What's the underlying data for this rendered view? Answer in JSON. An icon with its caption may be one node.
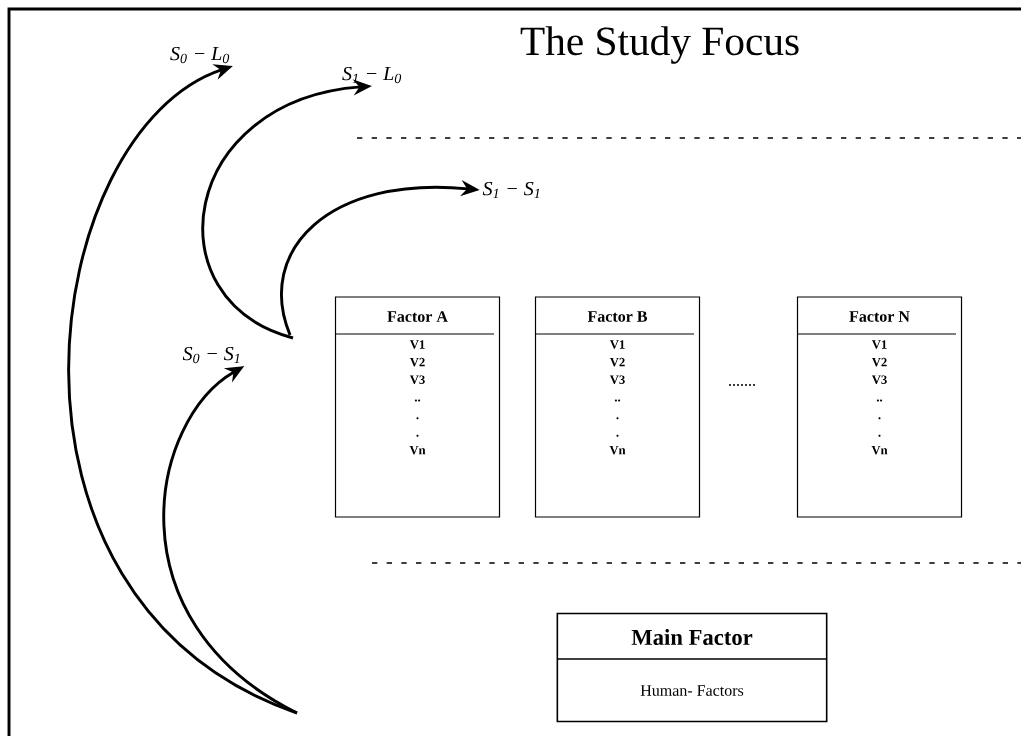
{
  "diagram": {
    "title": "The Study Focus",
    "nodes": [
      {
        "text": [
          "S$_{0}$ − L$_{0}$"
        ]
      },
      {
        "text": [
          "S$_{1}$ − L$_{0}$"
        ]
      },
      {
        "text": [
          "S$_{1}$ − S$_{1}$"
        ]
      },
      {
        "text": [
          "S$_{0}$ − S$_{1}$"
        ]
      },
      {
        "text": [
          "Factor A",
          "V1",
          "V2",
          "V3",
          "..",
          ".",
          ".",
          "Vn"
        ]
      },
      {
        "text": [
          "Factor B",
          "V1",
          "V2",
          "V3",
          "..",
          ".",
          ".",
          "Vn"
        ]
      },
      {
        "text": [
          "Factor N",
          "V1",
          "V2",
          "V3",
          "..",
          ".",
          ".",
          "Vn"
        ]
      },
      {
        "text": [
          "Main Factor",
          "Human- Factors"
        ]
      }
    ],
    "edges": [
      {
        "from": null,
        "to": 0,
        "arrow": "to"
      },
      {
        "from": null,
        "to": 3,
        "arrow": "to"
      },
      {
        "from": null,
        "to": 1,
        "arrow": "to"
      },
      {
        "from": null,
        "to": 2,
        "arrow": "to"
      }
    ],
    "labels": [
      "......."
    ]
  }
}
